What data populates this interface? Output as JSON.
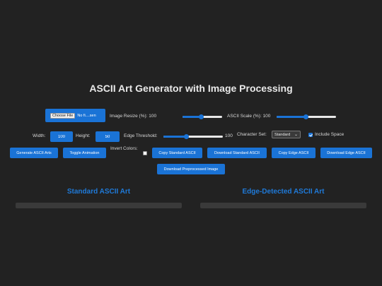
{
  "header": {
    "title": "ASCII Art Generator with Image Processing"
  },
  "file_input": {
    "button_label": "Choose File",
    "file_name": "No fi....sen"
  },
  "controls": {
    "image_resize": {
      "label": "Image Resize (%): 100",
      "fraction": 0.47
    },
    "ascii_scale": {
      "label": "ASCII Scale (%): 100",
      "fraction": 0.49
    },
    "width": {
      "label": "Width:",
      "value": "100"
    },
    "height": {
      "label": "Height:",
      "value": "50"
    },
    "edge_threshold": {
      "label": "Edge Threshold:",
      "value": "100",
      "fraction": 0.39
    },
    "character_set": {
      "label": "Character Set:",
      "selected": "Standard"
    },
    "include_space": {
      "label": "Include Space",
      "checked": true
    },
    "invert_colors": {
      "label": "Invert Colors:",
      "checked": false
    }
  },
  "buttons": {
    "generate": "Generate ASCII Arts",
    "toggle_animation": "Toggle Animation",
    "copy_standard": "Copy Standard ASCII",
    "download_standard": "Download Standard ASCII",
    "copy_edge": "Copy Edge ASCII",
    "download_edge": "Download Edge ASCII",
    "download_preprocessed": "Download Preprocessed Image"
  },
  "sections": {
    "standard_title": "Standard ASCII Art",
    "edge_title": "Edge-Detected ASCII Art"
  },
  "colors": {
    "background": "#222222",
    "accent": "#1a73d6",
    "panel": "#3a3a3a"
  }
}
